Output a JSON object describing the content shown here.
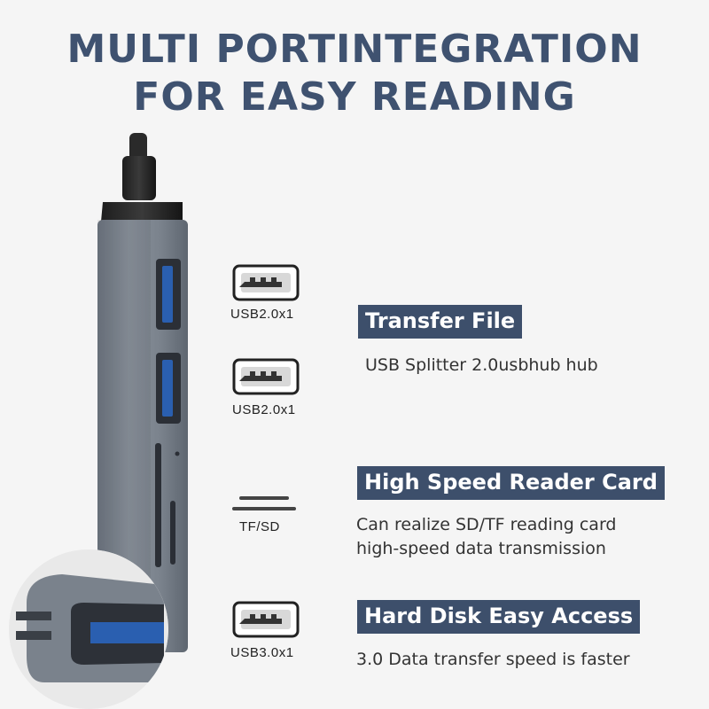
{
  "headline": {
    "line1": "MULTI PORTINTEGRATION",
    "line2": "FOR EASY READING"
  },
  "ports": [
    {
      "label": "USB2.0x1",
      "icon": "usb-a-icon"
    },
    {
      "label": "USB2.0x1",
      "icon": "usb-a-icon"
    },
    {
      "label": "TF/SD",
      "icon": "card-slot-icon"
    },
    {
      "label": "USB3.0x1",
      "icon": "usb-a-icon"
    }
  ],
  "features": [
    {
      "title": "Transfer File",
      "desc_lines": [
        "USB Splitter 2.0usbhub hub"
      ]
    },
    {
      "title": "High Speed Reader Card",
      "desc_lines": [
        "Can realize SD/TF reading card",
        "high-speed data transmission"
      ]
    },
    {
      "title": "Hard Disk Easy Access",
      "desc_lines": [
        "3.0 Data transfer speed is faster"
      ]
    }
  ],
  "colors": {
    "headline": "#3f5270",
    "title_bg": "#3d4f6b",
    "device_body": "#7c8591"
  }
}
